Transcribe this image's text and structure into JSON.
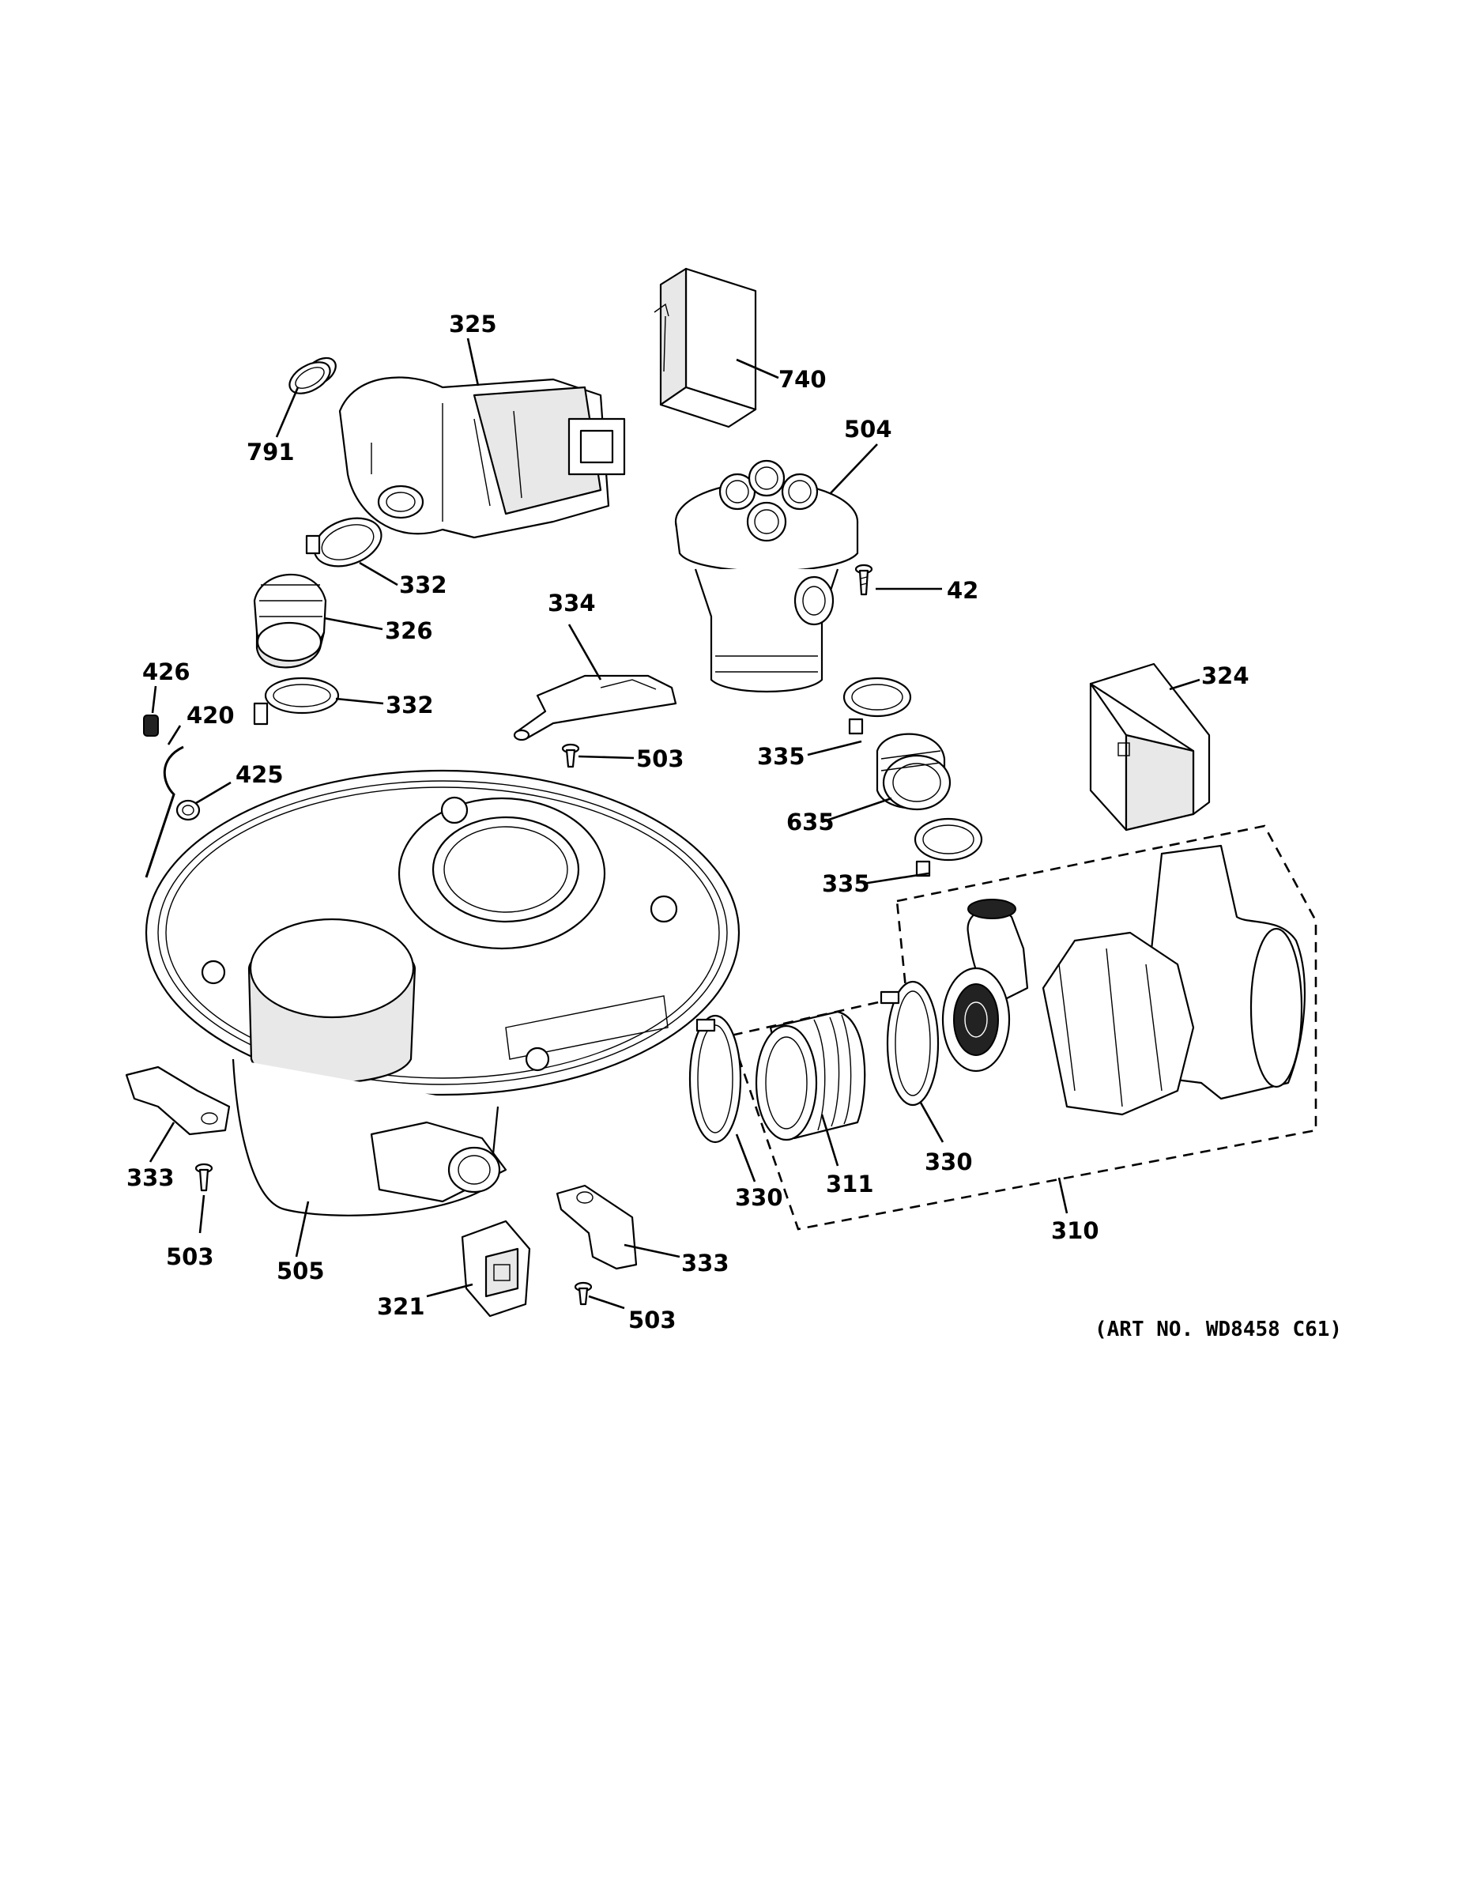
{
  "diagram": {
    "art_number": "(ART NO. WD8458 C61)",
    "callouts": {
      "c325": "325",
      "c740": "740",
      "c791": "791",
      "c504": "504",
      "c42": "42",
      "c332a": "332",
      "c326": "326",
      "c332b": "332",
      "c334": "334",
      "c426": "426",
      "c420": "420",
      "c425": "425",
      "c503a": "503",
      "c324": "324",
      "c335a": "335",
      "c635": "635",
      "c335b": "335",
      "c333a": "333",
      "c503b": "503",
      "c505": "505",
      "c321": "321",
      "c333b": "333",
      "c503c": "503",
      "c330a": "330",
      "c311": "311",
      "c330b": "330",
      "c310": "310"
    }
  }
}
